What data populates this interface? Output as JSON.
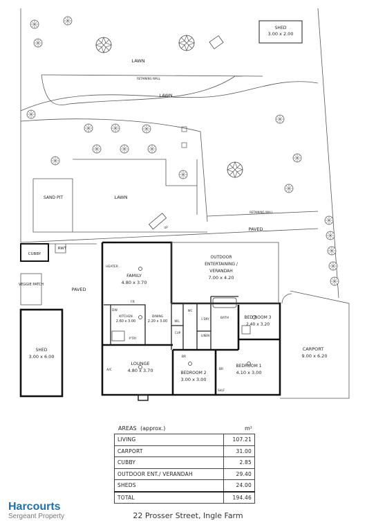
{
  "plan": {
    "labels": {
      "shed_top": "SHED",
      "shed_top_dims": "3.00 x 2.00",
      "lawn_top": "LAWN",
      "retaining_wall_top": "RETAINING WALL",
      "lawn_middle": "LAWN",
      "sand_pit": "SAND PIT",
      "lawn_left": "LAWN",
      "retaining_wall_right": "RETAINING WALL",
      "up": "UP",
      "paved_top": "PAVED",
      "cubby": "CUBBY",
      "rwt": "RWT",
      "veggie_patch": "VEGGIE PATCH",
      "paved_left": "PAVED",
      "heater": "HEATER",
      "family": "FAMILY",
      "family_dims": "4.80 x 3.70",
      "outdoor": "OUTDOOR",
      "entertaining": "ENTERTAINING /",
      "verandah": "VERANDAH",
      "outdoor_dims": "7.00 x 4.20",
      "dw": "DW",
      "fr": "FR",
      "kitchen": "KITCHEN",
      "kitchen_dims": "2.60 x 3.00",
      "dining": "DINING",
      "dining_dims": "2.20 x 3.00",
      "pantry": "P'TRY",
      "wil": "WIL",
      "cup": "CUP",
      "lndry": "L'DRY",
      "wc": "WC",
      "bath": "BATH",
      "linen": "LINEN",
      "bedroom3": "BED ROOM 3",
      "bedroom3_dims": "2.40 x 3.20",
      "shed_left": "SHED",
      "shed_left_dims": "3.00 x 6.00",
      "ac": "A/C",
      "lounge": "LOUNGE",
      "lounge_dims": "4.80 x 3.70",
      "br_bed2": "BR",
      "bedroom2": "BEDROOM 2",
      "bedroom2_dims": "3.00 x 3.00",
      "br_bed1": "BR",
      "bedroom1": "BEDROOM 1",
      "bedroom1_dims": "4.10 x 3.00",
      "shelf": "SHLF",
      "carport": "CARPORT",
      "carport_dims": "9.00 x 6.20"
    }
  },
  "areas": {
    "title": "AREAS",
    "approx": "(approx.)",
    "unit": "m²",
    "rows": [
      {
        "label": "LIVING",
        "value": "107.21"
      },
      {
        "label": "CARPORT",
        "value": "31.00"
      },
      {
        "label": "CUBBY",
        "value": "2.85"
      },
      {
        "label": "OUTDOOR ENT./ VERANDAH",
        "value": "29.40"
      },
      {
        "label": "SHEDS",
        "value": "24.00"
      }
    ],
    "total_label": "TOTAL",
    "total_value": "194.46"
  },
  "address": "22 Prosser Street, Ingle Farm",
  "brand": {
    "name": "Harcourts",
    "office": "Sergeant Property"
  }
}
